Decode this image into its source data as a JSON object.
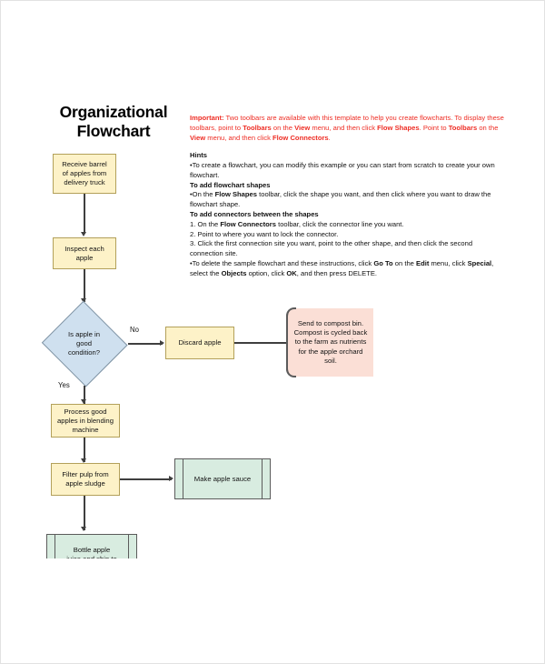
{
  "page": {
    "title": "Organizational\nFlowchart",
    "background_color": "#ffffff"
  },
  "instructions": {
    "important_label": "Important:",
    "important_text": " Two toolbars are available with this template to help you create flowcharts. To display these toolbars, point to ",
    "important_b1": "Toolbars",
    "important_mid1": " on the ",
    "important_b2": "View",
    "important_mid2": " menu, and then click ",
    "important_b3": "Flow Shapes",
    "important_mid3": ". Point to ",
    "important_b4": "Toolbars",
    "important_mid4": " on the ",
    "important_b5": "View",
    "important_mid5": " menu, and then click ",
    "important_b6": "Flow Connectors",
    "important_end": ".",
    "hints_heading": "Hints",
    "hint_1": "•To create a flowchart, you can modify this example or you can start from scratch to create your own flowchart.",
    "head_shapes": "To add flowchart shapes",
    "shapes_pre": "•On the ",
    "shapes_b1": "Flow Shapes",
    "shapes_post": " toolbar, click the shape you want, and then click where you want to draw the flowchart shape.",
    "head_connectors": "To add connectors between the shapes",
    "step1_pre": "1. On the ",
    "step1_b1": "Flow Connectors",
    "step1_post": " toolbar, click the connector line you want.",
    "step2": "2. Point to where you want to lock the connector.",
    "step3": "3. Click the first connection site you want, point to the other shape, and then click the second connection site.",
    "delete_pre": "•To delete the sample flowchart and these instructions, click ",
    "delete_b1": "Go To",
    "delete_mid1": " on the ",
    "delete_b2": "Edit",
    "delete_mid2": " menu, click ",
    "delete_b3": "Special",
    "delete_mid3": ", select the ",
    "delete_b4": "Objects",
    "delete_mid4": " option, click ",
    "delete_b5": "OK",
    "delete_end": ", and then press DELETE."
  },
  "flowchart": {
    "colors": {
      "process_fill": "#fdf2c8",
      "process_border": "#b3a05a",
      "decision_fill": "#cfe0ef",
      "decision_border": "#7f93a3",
      "predefined_fill": "#d8ece0",
      "predefined_border": "#5b5b5b",
      "note_fill": "#fbdfd6",
      "note_border": "#5b5b5b",
      "connector": "#3f3f3f",
      "important_text": "#ee2d24"
    },
    "nodes": {
      "receive": {
        "label": "Receive barrel\nof apples from\ndelivery truck",
        "shape": "process"
      },
      "inspect": {
        "label": "Inspect each\napple",
        "shape": "process"
      },
      "decision": {
        "label": "Is apple in\ngood\ncondition?",
        "shape": "decision"
      },
      "discard": {
        "label": "Discard apple",
        "shape": "process"
      },
      "compost_note": {
        "label": "Send to compost bin.\nCompost is cycled back\nto the farm as nutrients\nfor the apple orchard\nsoil.",
        "shape": "annotation"
      },
      "process_good": {
        "label": "Process good\napples in blending\nmachine",
        "shape": "process"
      },
      "filter": {
        "label": "Filter pulp from\napple sludge",
        "shape": "process"
      },
      "sauce": {
        "label": "Make apple sauce",
        "shape": "predefined-process"
      },
      "bottle": {
        "label": "Bottle apple\njuice and ship to",
        "shape": "predefined-process"
      }
    },
    "edge_labels": {
      "no": "No",
      "yes": "Yes"
    }
  }
}
